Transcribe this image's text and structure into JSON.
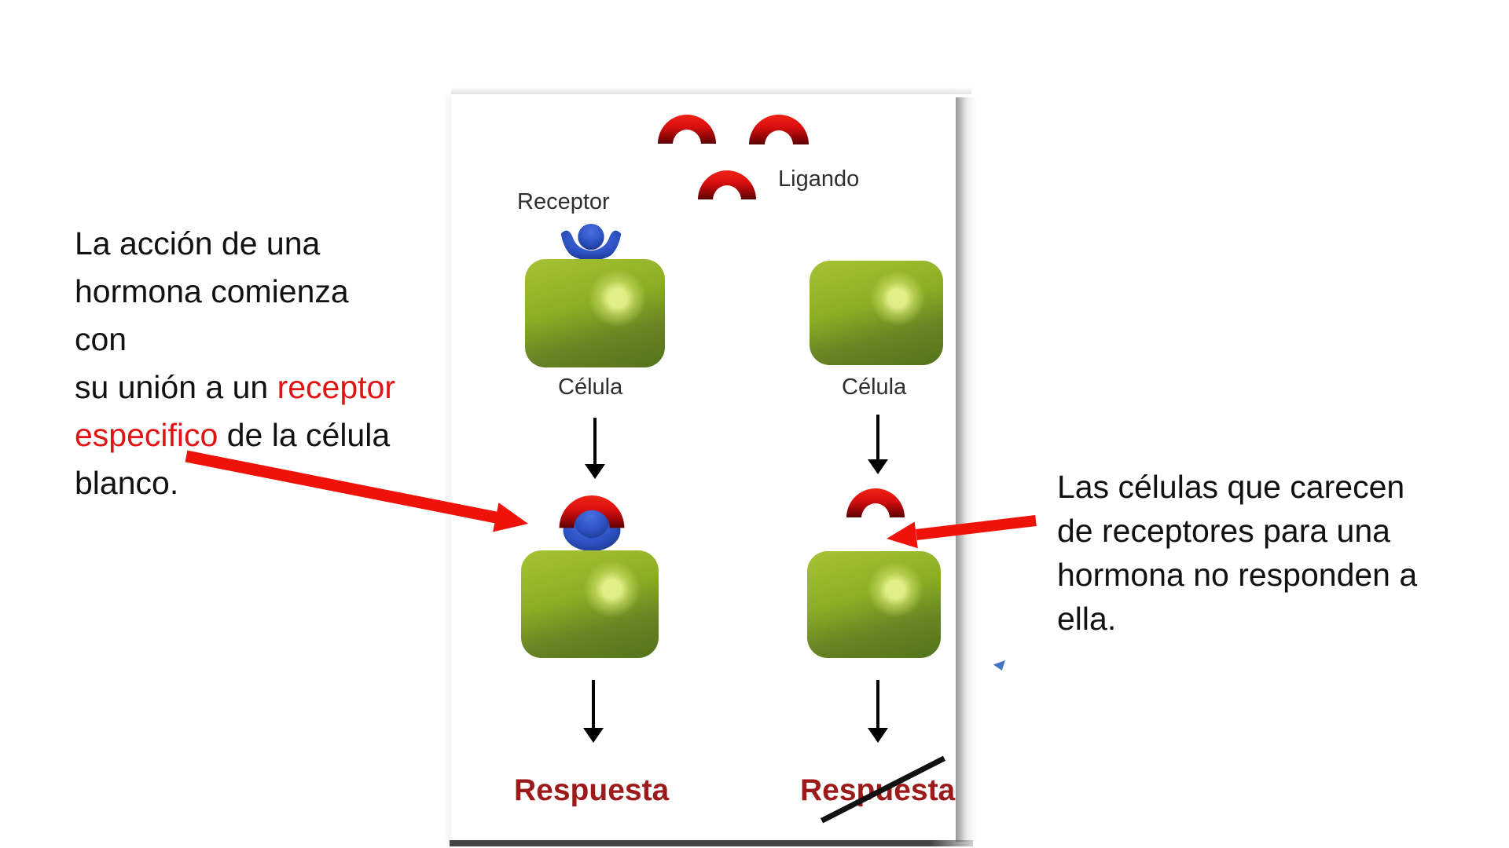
{
  "left_note": {
    "line1": "La acción de una",
    "line2": "hormona comienza con",
    "line3_black": "su unión a un ",
    "line3_red": "receptor",
    "line4_red": "especifico",
    "line4_black": " de la célula",
    "line5": "blanco."
  },
  "right_note": {
    "line1": "Las células que carecen",
    "line2": "de receptores para una",
    "line3": "hormona no responden a",
    "line4": "ella."
  },
  "diagram": {
    "receptor_label": "Receptor",
    "ligand_label": "Ligando",
    "left_cell_label": "Célula",
    "right_cell_label": "Célula",
    "left_response_label": "Respuesta",
    "right_response_label": "Respuesta"
  },
  "colors": {
    "note_text": "#111111",
    "note_highlight_red": "#e01414",
    "annotation_arrow_red": "#ee1208",
    "ligand_red": "#d90f0f",
    "ligand_dark_red": "#5a0303",
    "receptor_blue": "#2e52c4",
    "cell_green": "#8cae24",
    "cell_green_dark": "#55731a",
    "response_text_red": "#9c1a1a",
    "diagram_label_gray": "#2f2f2f",
    "cursor_blue": "#4273c4",
    "strike_black": "#111111"
  }
}
